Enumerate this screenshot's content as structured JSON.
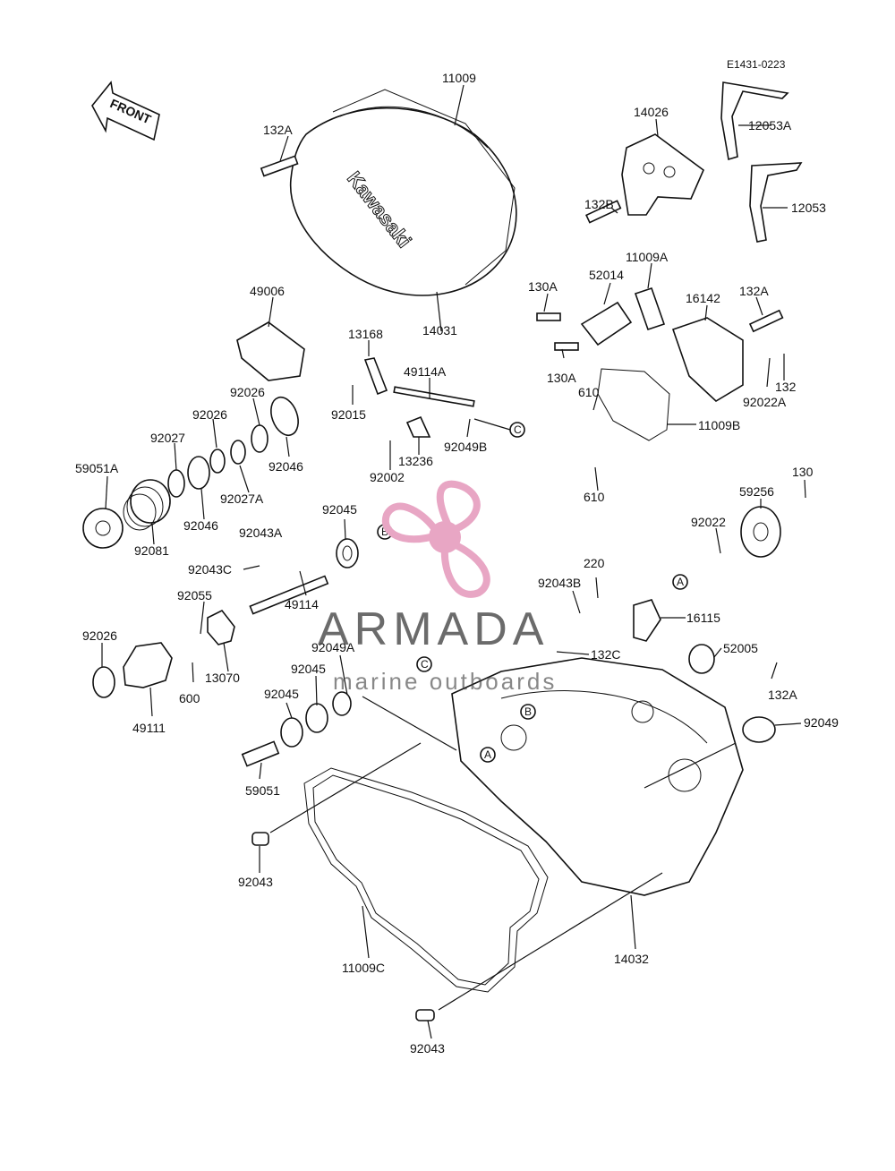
{
  "diagram": {
    "code": "E1431-0223",
    "front_label": "FRONT",
    "brand_text": "Kawasaki",
    "circle_markers": [
      "A",
      "B",
      "C"
    ]
  },
  "watermark": {
    "name": "ARMADA",
    "tagline": "marine outboards",
    "color": "#e8a6c4"
  },
  "part_labels": [
    "11009",
    "132A",
    "14026",
    "12053A",
    "12053",
    "132B",
    "14031",
    "49006",
    "11009A",
    "130A",
    "52014",
    "16142",
    "132A",
    "13168",
    "49114A",
    "130A",
    "92022A",
    "132",
    "610",
    "92015",
    "92026",
    "92026",
    "92046",
    "92049B",
    "11009B",
    "92027",
    "92002",
    "13236",
    "92027A",
    "59051A",
    "92046",
    "610",
    "130",
    "59256",
    "92045",
    "92043A",
    "92081",
    "92022",
    "92043C",
    "220",
    "92043B",
    "16115",
    "92055",
    "49114",
    "92049A",
    "52005",
    "132C",
    "92026",
    "13070",
    "600",
    "92045",
    "132A",
    "92045",
    "92049",
    "49111",
    "59051",
    "92043",
    "11009C",
    "14032",
    "92043"
  ]
}
